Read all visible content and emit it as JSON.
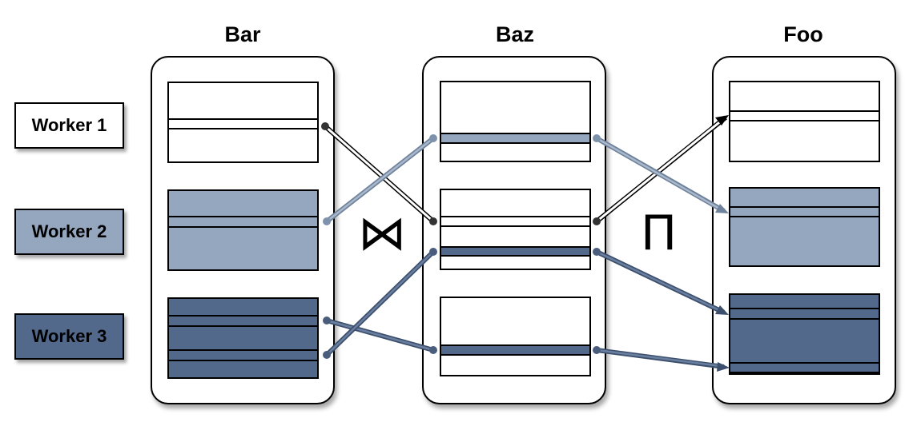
{
  "tables": {
    "bar": {
      "title": "Bar"
    },
    "baz": {
      "title": "Baz"
    },
    "foo": {
      "title": "Foo"
    }
  },
  "workers": [
    {
      "label": "Worker 1",
      "color": "#ffffff"
    },
    {
      "label": "Worker 2",
      "color": "#94a7bf"
    },
    {
      "label": "Worker 3",
      "color": "#52698c"
    }
  ],
  "operators": {
    "join": "⋈",
    "project": "Π"
  },
  "colors": {
    "white": "#ffffff",
    "light": "#94a7bf",
    "dark": "#52698c",
    "outline": "#000000"
  }
}
